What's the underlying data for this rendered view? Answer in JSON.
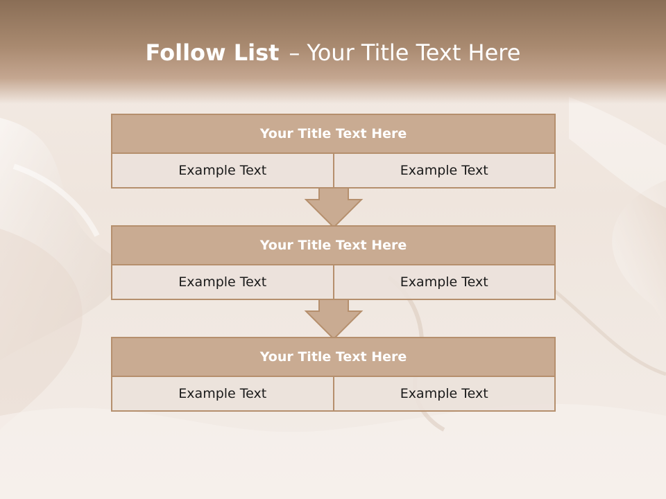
{
  "title": {
    "bold": "Follow List",
    "separator": "–",
    "rest": "Your Title Text Here"
  },
  "steps": [
    {
      "title": "Your Title Text Here",
      "left": "Example Text",
      "right": "Example Text"
    },
    {
      "title": "Your Title Text Here",
      "left": "Example Text",
      "right": "Example Text"
    },
    {
      "title": "Your Title Text Here",
      "left": "Example Text",
      "right": "Example Text"
    }
  ],
  "colors": {
    "header_band": "#a98a70",
    "box_fill": "#c9ab92",
    "box_border": "#b58f6d",
    "cell_fill": "#ece2db",
    "arrow_fill": "#c9ab92"
  }
}
